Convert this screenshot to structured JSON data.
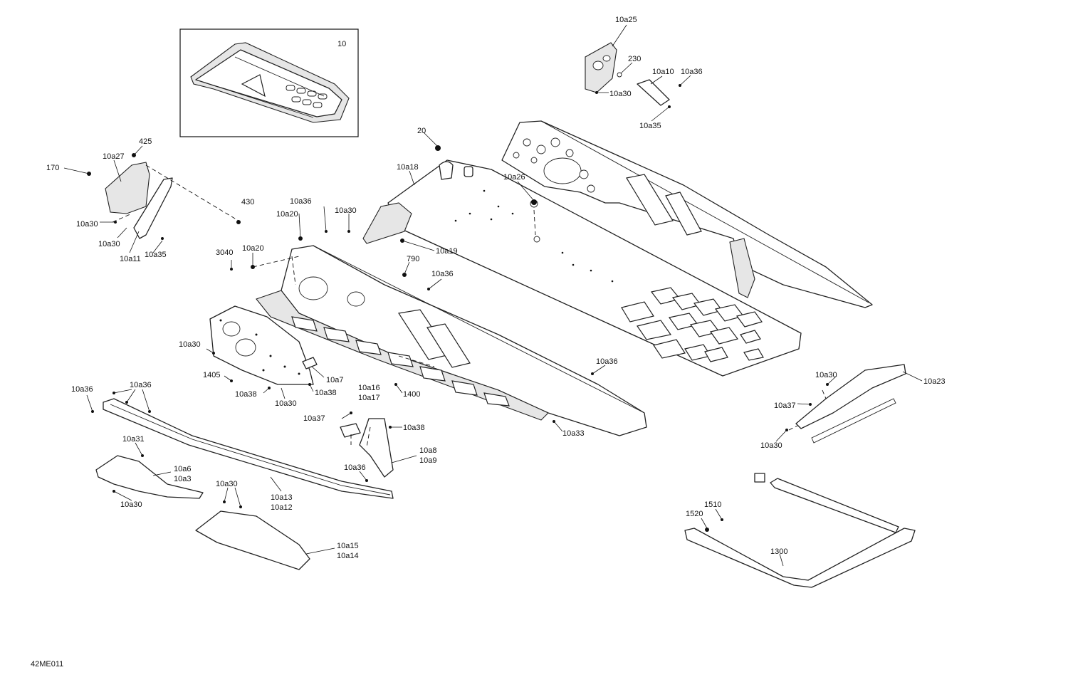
{
  "diagram": {
    "code": "42ME011",
    "inset_label": "10",
    "callouts": [
      {
        "id": "c-10a25",
        "text": "10a25"
      },
      {
        "id": "c-230",
        "text": "230"
      },
      {
        "id": "c-10a10",
        "text": "10a10"
      },
      {
        "id": "c-10a36-top",
        "text": "10a36"
      },
      {
        "id": "c-10a30-top",
        "text": "10a30"
      },
      {
        "id": "c-10a35-top",
        "text": "10a35"
      },
      {
        "id": "c-20",
        "text": "20"
      },
      {
        "id": "c-10a18",
        "text": "10a18"
      },
      {
        "id": "c-10a26",
        "text": "10a26"
      },
      {
        "id": "c-425",
        "text": "425"
      },
      {
        "id": "c-10a27",
        "text": "10a27"
      },
      {
        "id": "c-170",
        "text": "170"
      },
      {
        "id": "c-430",
        "text": "430"
      },
      {
        "id": "c-10a30-l1",
        "text": "10a30"
      },
      {
        "id": "c-10a30-l2",
        "text": "10a30"
      },
      {
        "id": "c-10a11",
        "text": "10a11"
      },
      {
        "id": "c-10a35-l",
        "text": "10a35"
      },
      {
        "id": "c-10a36-m1",
        "text": "10a36"
      },
      {
        "id": "c-10a30-m1",
        "text": "10a30"
      },
      {
        "id": "c-10a20-a",
        "text": "10a20"
      },
      {
        "id": "c-10a19",
        "text": "10a19"
      },
      {
        "id": "c-3040",
        "text": "3040"
      },
      {
        "id": "c-10a20-b",
        "text": "10a20"
      },
      {
        "id": "c-790",
        "text": "790"
      },
      {
        "id": "c-10a36-m2",
        "text": "10a36"
      },
      {
        "id": "c-10a30-m2",
        "text": "10a30"
      },
      {
        "id": "c-1405",
        "text": "1405"
      },
      {
        "id": "c-10a7",
        "text": "10a7"
      },
      {
        "id": "c-10a38-a",
        "text": "10a38"
      },
      {
        "id": "c-10a38-b",
        "text": "10a38"
      },
      {
        "id": "c-10a30-m3",
        "text": "10a30"
      },
      {
        "id": "c-1400",
        "text": "1400"
      },
      {
        "id": "c-10a16",
        "text": "10a16"
      },
      {
        "id": "c-10a17",
        "text": "10a17"
      },
      {
        "id": "c-10a37-m",
        "text": "10a37"
      },
      {
        "id": "c-10a38-c",
        "text": "10a38"
      },
      {
        "id": "c-10a36-m3",
        "text": "10a36"
      },
      {
        "id": "c-10a33",
        "text": "10a33"
      },
      {
        "id": "c-10a36-l1",
        "text": "10a36"
      },
      {
        "id": "c-10a36-l2",
        "text": "10a36"
      },
      {
        "id": "c-10a31",
        "text": "10a31"
      },
      {
        "id": "c-10a6",
        "text": "10a6"
      },
      {
        "id": "c-10a3",
        "text": "10a3"
      },
      {
        "id": "c-10a30-b1",
        "text": "10a30"
      },
      {
        "id": "c-10a8",
        "text": "10a8"
      },
      {
        "id": "c-10a9",
        "text": "10a9"
      },
      {
        "id": "c-10a36-b1",
        "text": "10a36"
      },
      {
        "id": "c-10a30-b2",
        "text": "10a30"
      },
      {
        "id": "c-10a13",
        "text": "10a13"
      },
      {
        "id": "c-10a12",
        "text": "10a12"
      },
      {
        "id": "c-10a15",
        "text": "10a15"
      },
      {
        "id": "c-10a14",
        "text": "10a14"
      },
      {
        "id": "c-10a30-r1",
        "text": "10a30"
      },
      {
        "id": "c-10a23",
        "text": "10a23"
      },
      {
        "id": "c-10a37-r",
        "text": "10a37"
      },
      {
        "id": "c-10a30-r2",
        "text": "10a30"
      },
      {
        "id": "c-1510",
        "text": "1510"
      },
      {
        "id": "c-1520",
        "text": "1520"
      },
      {
        "id": "c-1300",
        "text": "1300"
      }
    ]
  }
}
